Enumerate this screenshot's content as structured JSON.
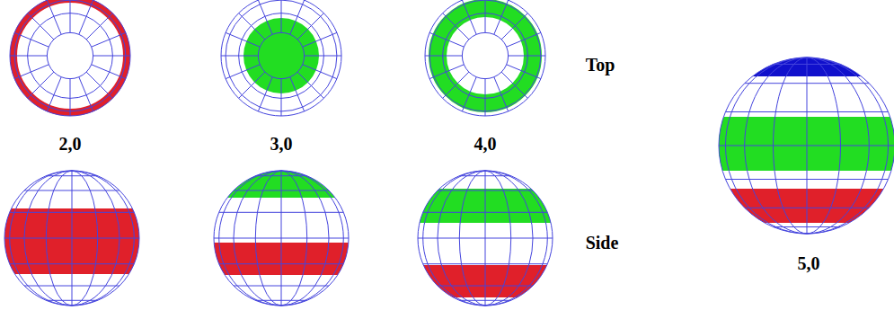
{
  "diagram": {
    "labels": [
      "2,0",
      "3,0",
      "4,0",
      "Top",
      "Side",
      "5,0"
    ]
  }
}
